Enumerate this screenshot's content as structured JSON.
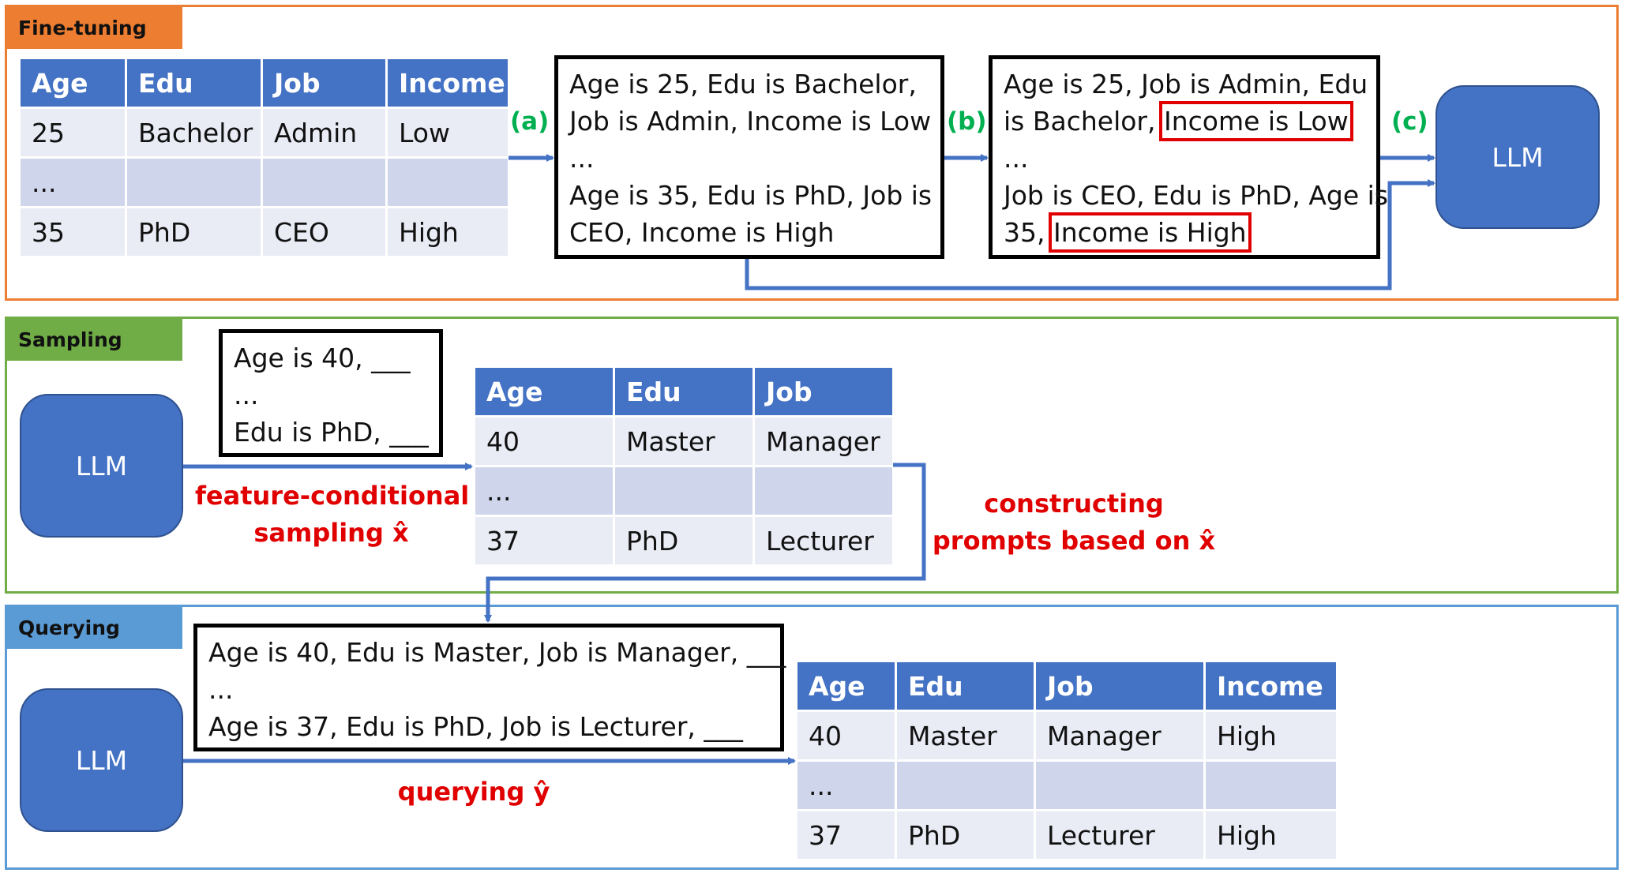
{
  "colors": {
    "finetune_border": "#ed7d31",
    "sampling_border": "#70ad47",
    "querying_border": "#5b9bd5",
    "table_header": "#4472c4",
    "arrow": "#4472c4",
    "highlight": "#e00000",
    "step_label": "#00b050"
  },
  "finetune": {
    "tag": "Fine-tuning",
    "table": {
      "headers": [
        "Age",
        "Edu",
        "Job",
        "Income"
      ],
      "rows": [
        [
          "25",
          "Bachelor",
          "Admin",
          "Low"
        ],
        [
          "...",
          "",
          "",
          ""
        ],
        [
          "35",
          "PhD",
          "CEO",
          "High"
        ]
      ]
    },
    "step_a": "(a)",
    "step_b": "(b)",
    "step_c": "(c)",
    "text_box_1": {
      "line1": "Age is 25, Edu is Bachelor,",
      "line2": "Job is Admin, Income is Low",
      "line3": "...",
      "line4": "Age is 35, Edu is PhD, Job is",
      "line5": "CEO, Income is High"
    },
    "text_box_2": {
      "line1": "Age is 25, Job is Admin, Edu",
      "line2_pre": "is Bachelor, ",
      "line2_hl": "Income is Low",
      "line3": "...",
      "line4": "Job is CEO, Edu is PhD, Age is",
      "line5_pre": "35, ",
      "line5_hl": "Income is High"
    },
    "llm": "LLM"
  },
  "sampling": {
    "tag": "Sampling",
    "llm": "LLM",
    "prompt_box": {
      "line1": "Age is 40, ___",
      "line2": "...",
      "line3": "Edu is PhD, ___"
    },
    "label_line1": "feature-conditional",
    "label_line2": "sampling x̂",
    "table": {
      "headers": [
        "Age",
        "Edu",
        "Job"
      ],
      "rows": [
        [
          "40",
          "Master",
          "Manager"
        ],
        [
          "...",
          "",
          ""
        ],
        [
          "37",
          "PhD",
          "Lecturer"
        ]
      ]
    },
    "construct_line1": "constructing",
    "construct_line2": "prompts based on x̂"
  },
  "querying": {
    "tag": "Querying",
    "llm": "LLM",
    "prompt_box": {
      "line1": "Age is 40, Edu is Master, Job is Manager, ___",
      "line2": "...",
      "line3": "Age is 37, Edu is PhD, Job is Lecturer, ___"
    },
    "label": "querying ŷ",
    "table": {
      "headers": [
        "Age",
        "Edu",
        "Job",
        "Income"
      ],
      "rows": [
        [
          "40",
          "Master",
          "Manager",
          "High"
        ],
        [
          "...",
          "",
          "",
          ""
        ],
        [
          "37",
          "PhD",
          "Lecturer",
          "High"
        ]
      ]
    }
  }
}
